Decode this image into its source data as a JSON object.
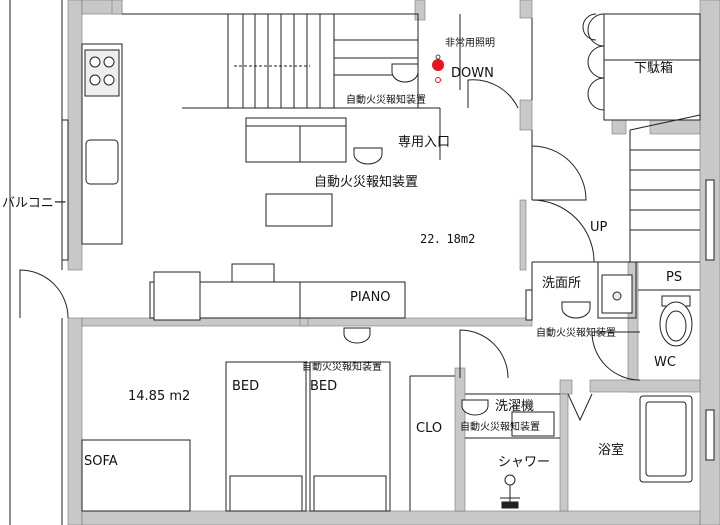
{
  "labels": {
    "emergency_light": "非常用照明",
    "down": "DOWN",
    "shoe_box": "下駄箱",
    "fire_alarm": "自動火災報知装置",
    "private_entrance": "専用入口",
    "balcony": "バルコニー",
    "area_ldk": "22．18m2",
    "up": "UP",
    "washroom": "洗面所",
    "ps": "PS",
    "piano": "PIANO",
    "wc": "WC",
    "area_bedroom": "14.85 m2",
    "bed": "BED",
    "washing_machine": "洗濯機",
    "clo": "CLO",
    "bathroom": "浴室",
    "sofa": "SOFA",
    "shower": "シャワー"
  },
  "colors": {
    "wall": "#c8c8c8",
    "line": "#222222",
    "alarm_dot": "#e8141c"
  }
}
